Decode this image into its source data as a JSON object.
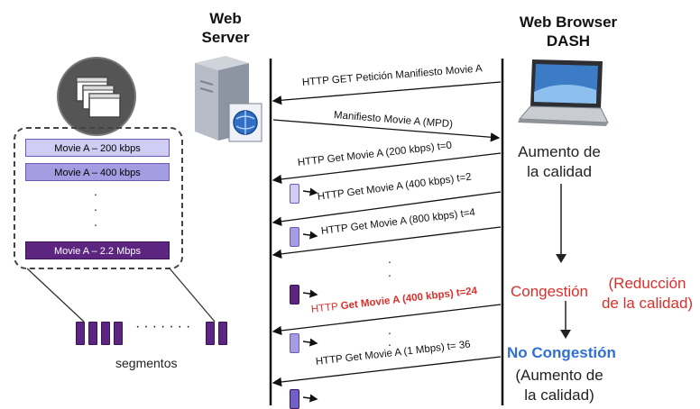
{
  "labels": {
    "web_server": [
      "Web",
      "Server"
    ],
    "web_browser": [
      "Web Browser",
      "DASH"
    ],
    "aumento": [
      "Aumento de",
      "la calidad"
    ],
    "congestion": "Congestión",
    "reduccion": [
      "(Reducción",
      "de la calidad)"
    ],
    "no_congestion": "No Congestión",
    "aumento2": [
      "(Aumento de",
      "la calidad)"
    ],
    "segmentos": "segmentos"
  },
  "representations": [
    "Movie A – 200 kbps",
    "Movie A – 400 kbps",
    "Movie A – 2.2 Mbps"
  ],
  "messages": {
    "m1": "HTTP GET Petición Manifiesto Movie A",
    "m2": "Manifiesto Movie A (MPD)",
    "m3": "HTTP Get Movie A (200 kbps) t=0",
    "m4": "HTTP  Get Movie A (400 kbps) t=2",
    "m5": "HTTP Get Movie A (800 kbps) t=4",
    "m6_prefix": "HTTP ",
    "m6_bold": "Get Movie A (400 kbps) t=24",
    "m7": "HTTP  Get Movie A (1 Mbps) t= 36"
  },
  "colors": {
    "red": "#d9302c",
    "blue": "#2f6fd6",
    "segment": "#5b2580",
    "rep_light": "#c9c7f0",
    "rep_mid": "#9f97e0"
  },
  "icons": [
    "server-icon",
    "laptop-icon",
    "windows-icon"
  ]
}
